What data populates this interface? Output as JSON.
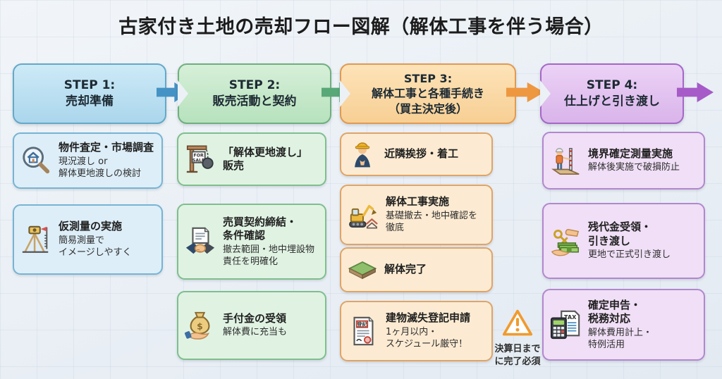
{
  "title": "古家付き土地の売却フロー図解（解体工事を伴う場合）",
  "steps": [
    {
      "label": "STEP 1:\n売却準備",
      "cards": [
        {
          "icon": "house-search-icon",
          "title": "物件査定・市場調査",
          "sub": "現況渡し or\n解体更地渡しの検討"
        },
        {
          "icon": "survey-tripod-icon",
          "title": "仮測量の実施",
          "sub": "簡易測量で\nイメージしやすく"
        }
      ]
    },
    {
      "label": "STEP 2:\n販売活動と契約",
      "cards": [
        {
          "icon": "for-sale-wrecking-ball-icon",
          "title": "「解体更地渡し」\n販売",
          "sub": ""
        },
        {
          "icon": "contract-handshake-icon",
          "title": "売買契約締結・\n条件確認",
          "sub": "撤去範囲・地中埋設物\n責任を明確化"
        },
        {
          "icon": "money-bag-icon",
          "title": "手付金の受領",
          "sub": "解体費に充当も"
        }
      ]
    },
    {
      "label": "STEP 3:\n解体工事と各種手続き\n（買主決定後）",
      "cards": [
        {
          "icon": "bowing-worker-icon",
          "title": "近隣挨拶・着工",
          "sub": ""
        },
        {
          "icon": "excavator-icon",
          "title": "解体工事実施",
          "sub": "基礎撤去・地中確認を\n徹底"
        },
        {
          "icon": "land-plot-icon",
          "title": "解体完了",
          "sub": ""
        },
        {
          "icon": "registry-document-icon",
          "title": "建物滅失登記申請",
          "sub": "1ヶ月以内・\nスケジュール厳守！"
        }
      ]
    },
    {
      "label": "STEP 4:\n仕上げと引き渡し",
      "cards": [
        {
          "icon": "boundary-survey-icon",
          "title": "境界確定測量実施",
          "sub": "解体後実施で破損防止"
        },
        {
          "icon": "keys-money-icon",
          "title": "残代金受領・\n引き渡し",
          "sub": "更地で正式引き渡し"
        },
        {
          "icon": "tax-calculator-icon",
          "title": "確定申告・\n税務対応",
          "sub": "解体費用計上・\n特例活用"
        }
      ]
    }
  ],
  "warning": {
    "text": "決算日まで\nに完了必須"
  },
  "icon_labels": {
    "sale1": "FOR",
    "sale2": "SALE",
    "dollar": "$",
    "registry": "登記",
    "tax": "TAX"
  },
  "colors": {
    "step1_accent": "#4593c5",
    "step1_fill": "#bcdff0",
    "step1_card": "#ddeef8",
    "step2_accent": "#58a878",
    "step2_fill": "#c8e8cc",
    "step2_card": "#e0f3e3",
    "step3_accent": "#ee9741",
    "step3_fill": "#f9d9a8",
    "step3_card": "#fcebd2",
    "step4_accent": "#a65bc8",
    "step4_fill": "#e2c4ef",
    "step4_card": "#f0dff6",
    "warning_accent": "#f09b2e"
  }
}
